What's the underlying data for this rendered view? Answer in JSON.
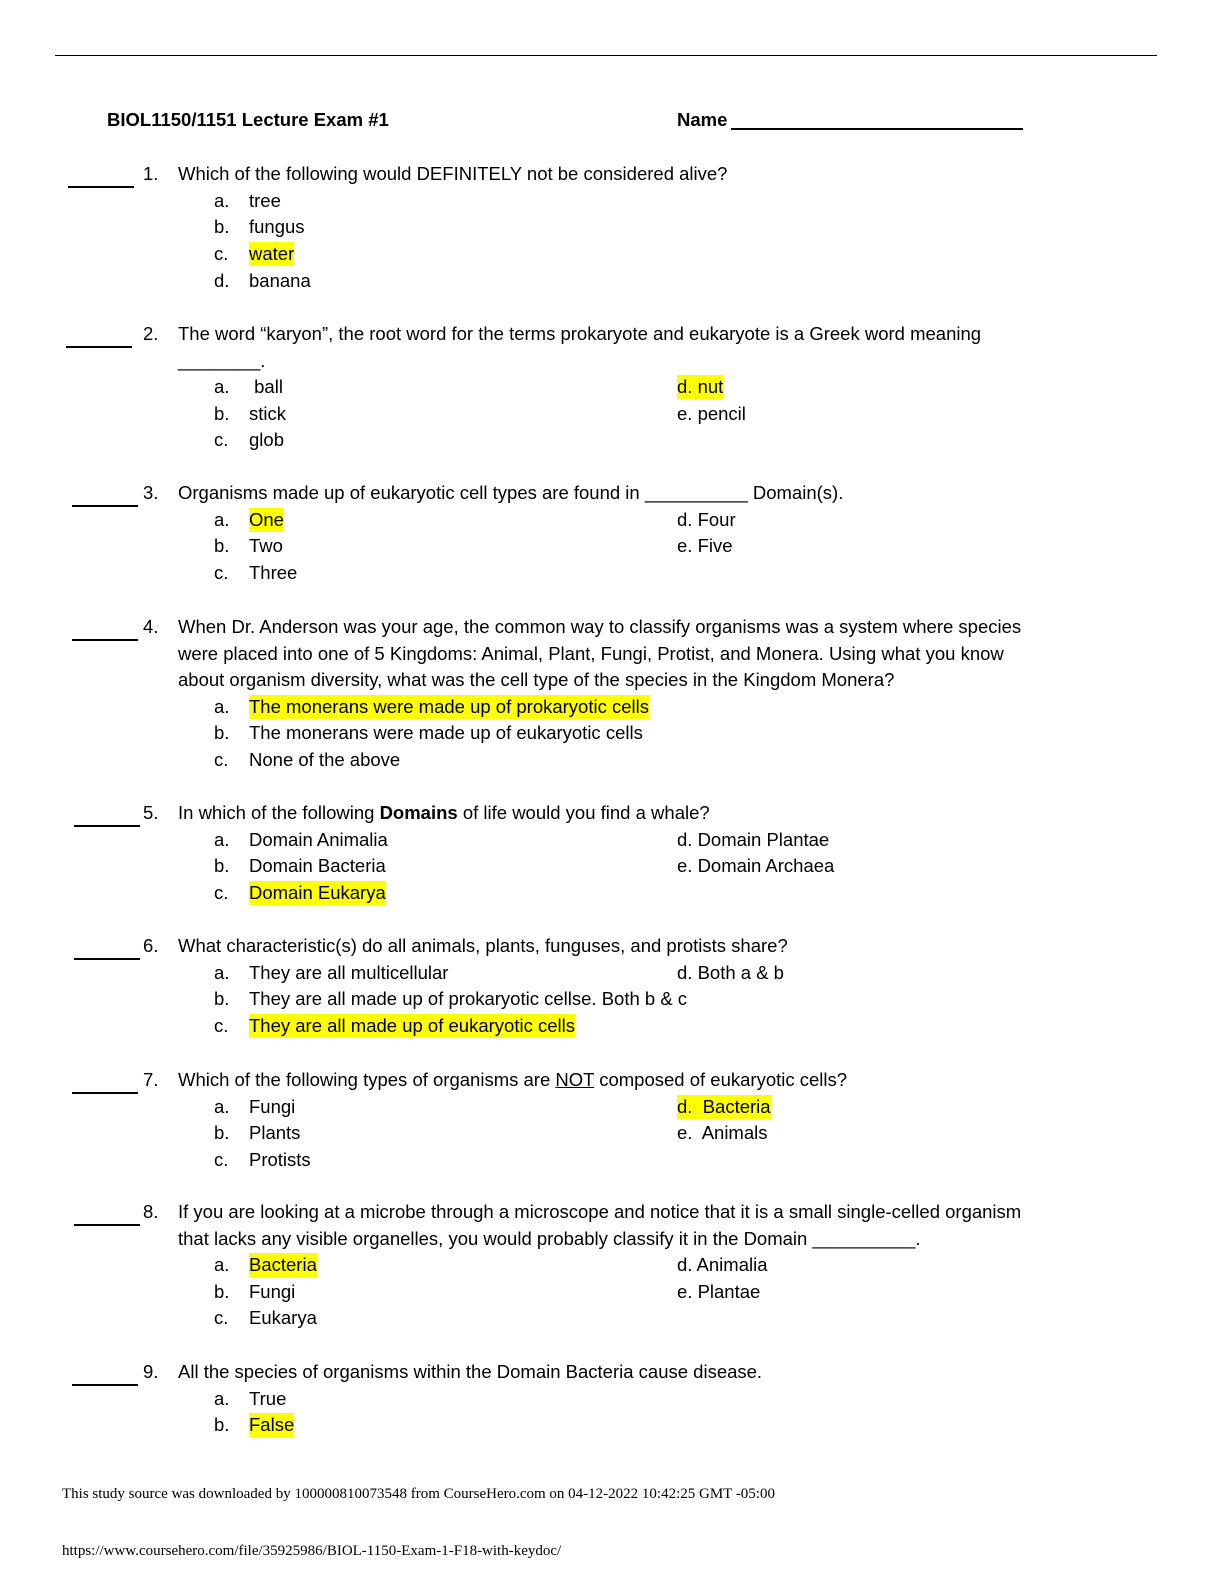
{
  "header": {
    "title": "BIOL1150/1151 Lecture Exam #1",
    "name_label": "Name"
  },
  "questions": [
    {
      "number": "1.",
      "stem": [
        [
          {
            "t": "Which of the following would DEFINITELY not be considered alive?"
          }
        ]
      ],
      "options": [
        {
          "label": "a.",
          "text": "tree"
        },
        {
          "label": "b.",
          "text": "fungus"
        },
        {
          "label": "c.",
          "text": "water",
          "hl": true
        },
        {
          "label": "d.",
          "text": "banana"
        }
      ],
      "right": []
    },
    {
      "number": "2.",
      "stem": [
        [
          {
            "t": "The word “karyon”, the root word for the terms prokaryote and eukaryote is a Greek word meaning"
          }
        ],
        [
          {
            "t": "________."
          }
        ]
      ],
      "options": [
        {
          "label": "a.",
          "text": " ball"
        },
        {
          "label": "b.",
          "text": "stick"
        },
        {
          "label": "c.",
          "text": "glob"
        }
      ],
      "right": [
        {
          "text": "d. nut",
          "hl": true
        },
        {
          "text": "e. pencil"
        }
      ]
    },
    {
      "number": "3.",
      "stem": [
        [
          {
            "t": "Organisms made up of eukaryotic cell types are found in __________ Domain(s)."
          }
        ]
      ],
      "options": [
        {
          "label": "a.",
          "text": "One",
          "hl": true
        },
        {
          "label": "b.",
          "text": "Two"
        },
        {
          "label": "c.",
          "text": "Three"
        }
      ],
      "right": [
        {
          "text": "d. Four"
        },
        {
          "text": "e. Five"
        }
      ]
    },
    {
      "number": "4.",
      "stem": [
        [
          {
            "t": "When Dr. Anderson was your age, the common way to classify organisms was a system where species"
          }
        ],
        [
          {
            "t": "were placed into one of 5 Kingdoms: Animal, Plant, Fungi, Protist, and Monera. Using what you know"
          }
        ],
        [
          {
            "t": "about organism diversity, what was the cell type of the species in the Kingdom Monera?"
          }
        ]
      ],
      "options": [
        {
          "label": "a.",
          "text": "The monerans were made up of prokaryotic cells",
          "hl": true
        },
        {
          "label": "b.",
          "text": "The monerans were made up of eukaryotic cells"
        },
        {
          "label": "c.",
          "text": "None of the above"
        }
      ],
      "right": []
    },
    {
      "number": "5.",
      "stem": [
        [
          {
            "t": "In which of the following "
          },
          {
            "t": "Domains",
            "b": true
          },
          {
            "t": " of life would you find a whale?"
          }
        ]
      ],
      "options": [
        {
          "label": "a.",
          "text": "Domain Animalia"
        },
        {
          "label": "b.",
          "text": "Domain Bacteria"
        },
        {
          "label": "c.",
          "text": "Domain Eukarya",
          "hl": true
        }
      ],
      "right": [
        {
          "text": "d. Domain Plantae"
        },
        {
          "text": "e. Domain Archaea"
        }
      ]
    },
    {
      "number": "6.",
      "stem": [
        [
          {
            "t": "What characteristic(s) do all animals, plants, funguses, and protists share?"
          }
        ]
      ],
      "options": [
        {
          "label": "a.",
          "text": "They are all multicellular"
        },
        {
          "label": "b.",
          "text": "They are all made up of prokaryotic cellse. Both b & c"
        },
        {
          "label": "c.",
          "text": "They are all made up of eukaryotic cells",
          "hl": true
        }
      ],
      "right": [
        {
          "text": "d. Both a & b"
        }
      ]
    },
    {
      "number": "7.",
      "stem": [
        [
          {
            "t": "Which of the following types of organisms are "
          },
          {
            "t": "NOT",
            "u": true
          },
          {
            "t": " composed of eukaryotic cells?"
          }
        ]
      ],
      "options": [
        {
          "label": "a.",
          "text": "Fungi"
        },
        {
          "label": "b.",
          "text": "Plants"
        },
        {
          "label": "c.",
          "text": "Protists"
        }
      ],
      "right": [
        {
          "text": "d.  Bacteria",
          "hl": true
        },
        {
          "text": "e.  Animals"
        }
      ]
    },
    {
      "number": "8.",
      "stem": [
        [
          {
            "t": "If you are looking at a microbe through a microscope and notice that it is a small single-celled organism"
          }
        ],
        [
          {
            "t": "that lacks any visible organelles, you would probably classify it in the Domain __________."
          }
        ]
      ],
      "options": [
        {
          "label": "a.",
          "text": "Bacteria",
          "hl": true
        },
        {
          "label": "b.",
          "text": "Fungi"
        },
        {
          "label": "c.",
          "text": "Eukarya"
        }
      ],
      "right": [
        {
          "text": "d. Animalia"
        },
        {
          "text": "e. Plantae"
        }
      ]
    },
    {
      "number": "9.",
      "stem": [
        [
          {
            "t": "All the species of organisms within the Domain Bacteria cause disease."
          }
        ]
      ],
      "options": [
        {
          "label": "a.",
          "text": "True"
        },
        {
          "label": "b.",
          "text": "False",
          "hl": true
        }
      ],
      "right": []
    }
  ],
  "footer": {
    "download_note": "This study source was downloaded by 100000810073548 from CourseHero.com on 04-12-2022 10:42:25 GMT -05:00",
    "url": "https://www.coursehero.com/file/35925986/BIOL-1150-Exam-1-F18-with-keydoc/"
  }
}
